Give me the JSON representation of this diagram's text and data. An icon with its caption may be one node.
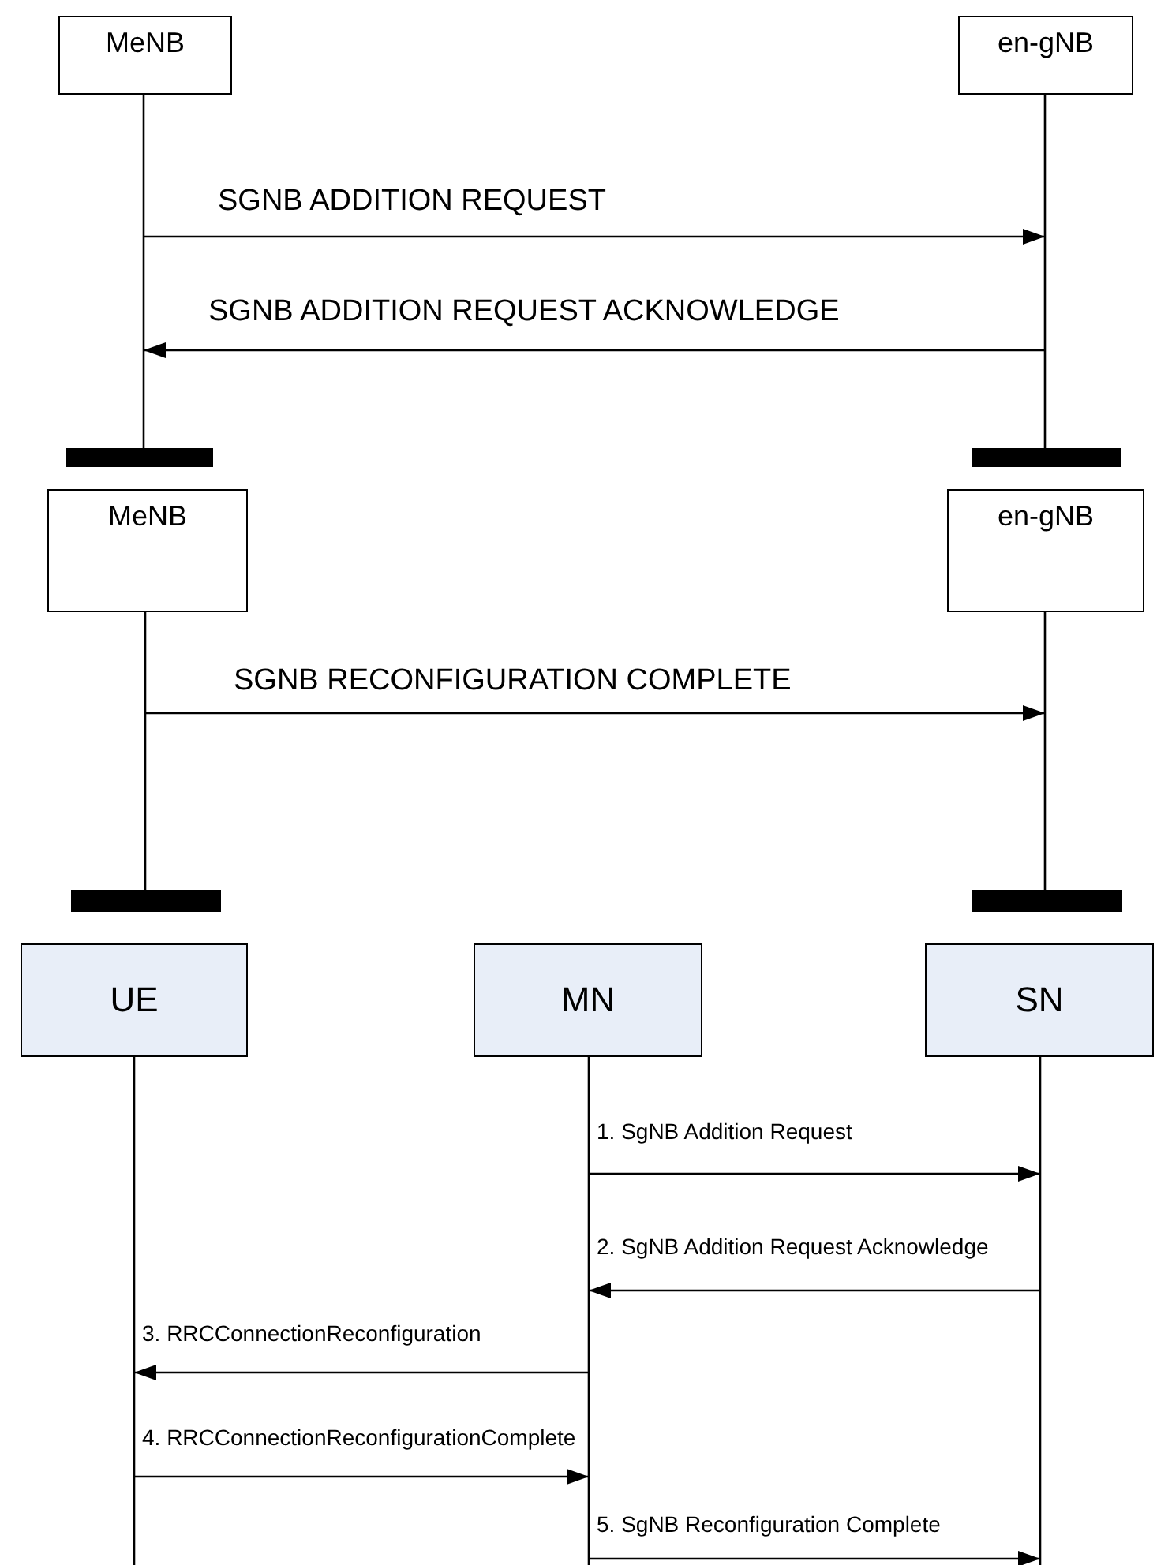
{
  "diagram": {
    "nodes": [
      {
        "text": [
          "MeNB"
        ]
      },
      {
        "text": [
          "en-gNB"
        ]
      },
      {
        "text": [],
        "shape": "bar"
      },
      {
        "text": [],
        "shape": "bar"
      },
      {
        "text": [
          "MeNB"
        ]
      },
      {
        "text": [
          "en-gNB"
        ]
      },
      {
        "text": [],
        "shape": "bar"
      },
      {
        "text": [],
        "shape": "bar"
      },
      {
        "text": [
          "UE"
        ]
      },
      {
        "text": [
          "MN"
        ]
      },
      {
        "text": [
          "SN"
        ]
      }
    ],
    "edges": [
      {
        "from": 0,
        "to": 1,
        "arrow": "to",
        "label": "SGNB ADDITION REQUEST"
      },
      {
        "from": 1,
        "to": 0,
        "arrow": "to",
        "label": "SGNB ADDITION REQUEST ACKNOWLEDGE"
      },
      {
        "from": 4,
        "to": 5,
        "arrow": "to",
        "label": "SGNB RECONFIGURATION COMPLETE"
      },
      {
        "from": 9,
        "to": 10,
        "arrow": "to",
        "label": "1. SgNB Addition Request"
      },
      {
        "from": 10,
        "to": 9,
        "arrow": "to",
        "label": "2. SgNB Addition Request Acknowledge"
      },
      {
        "from": 9,
        "to": 8,
        "arrow": "to",
        "label": "3. RRCConnectionReconfiguration"
      },
      {
        "from": 8,
        "to": 9,
        "arrow": "to",
        "label": "4. RRCConnectionReconfigurationComplete"
      },
      {
        "from": 9,
        "to": 10,
        "arrow": "to",
        "label": "5. SgNB Reconfiguration Complete"
      }
    ]
  }
}
